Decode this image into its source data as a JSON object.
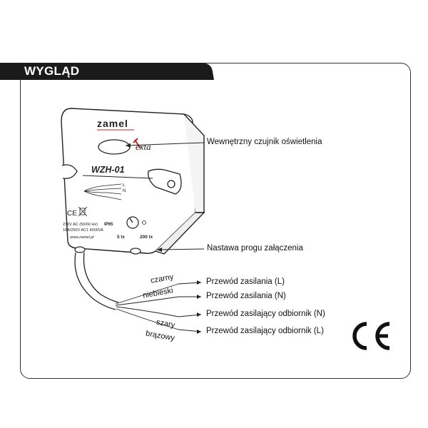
{
  "section": {
    "title": "WYGLĄD"
  },
  "device": {
    "brand": "zamel",
    "series": "exta",
    "model": "WZH-01",
    "terminals": [
      "L",
      "N"
    ],
    "spec_line1": "230V AC (50/60 Hz)",
    "spec_ip": "IP65",
    "spec_line2": "16A/250V AC1 4000VA",
    "website": "www.zamel.pl",
    "dial_min": "5 lx",
    "dial_max": "200 lx"
  },
  "callouts": {
    "sensor": "Wewnętrzny czujnik oświetlenia",
    "threshold": "Nastawa progu załączenia",
    "supply_l": "Przewód zasilania (L)",
    "supply_n": "Przewód zasilania (N)",
    "load_n": "Przewód zasilający odbiornik (N)",
    "load_l": "Przewód zasilający odbiornik (L)"
  },
  "wires": {
    "black": "czarny",
    "blue": "niebieski",
    "grey": "szary",
    "brown": "brązowy"
  },
  "colors": {
    "tab_bg": "#1a1a1a",
    "line": "#222222",
    "accent": "#c0262d"
  }
}
